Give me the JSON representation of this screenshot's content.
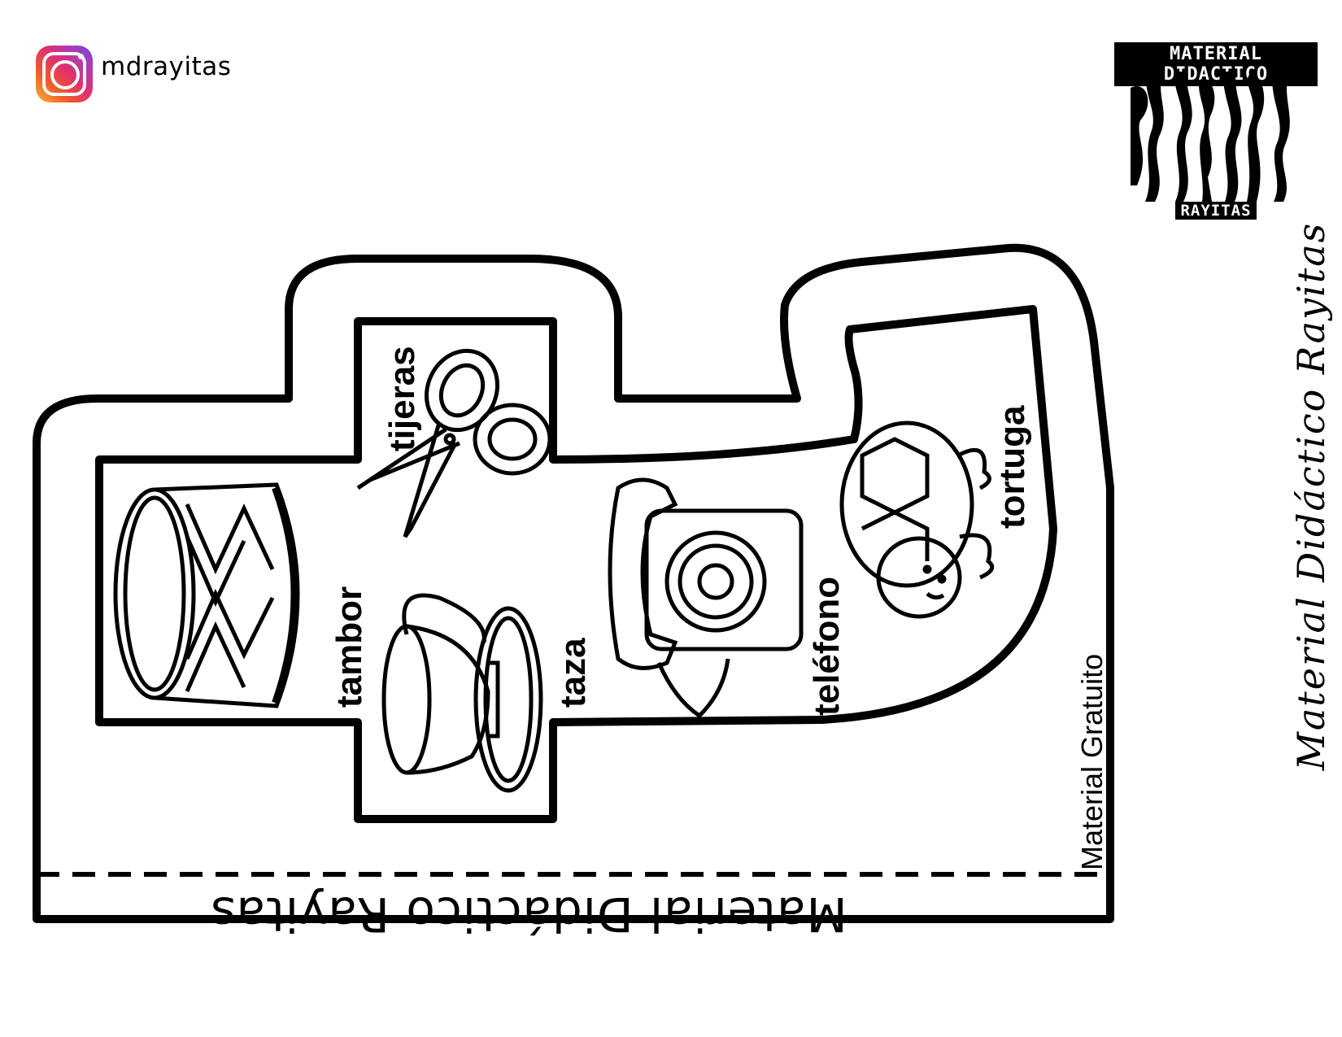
{
  "social": {
    "icon": "instagram-icon",
    "handle": "mdrayitas"
  },
  "logo": {
    "top_text": "MATERIAL DIDACTICO",
    "bottom_text": "RAYITAS",
    "pattern": "zebra-stripes"
  },
  "side_brand": "Material Didáctico Rayitas",
  "items": [
    {
      "label": "tambor",
      "icon": "drum-icon"
    },
    {
      "label": "tijeras",
      "icon": "scissors-icon"
    },
    {
      "label": "taza",
      "icon": "cup-icon"
    },
    {
      "label": "teléfono",
      "icon": "telephone-icon"
    },
    {
      "label": "tortuga",
      "icon": "turtle-icon"
    }
  ],
  "gratuito": "Material Gratuito",
  "footer_upside_down": "Material Didáctico Rayitas"
}
